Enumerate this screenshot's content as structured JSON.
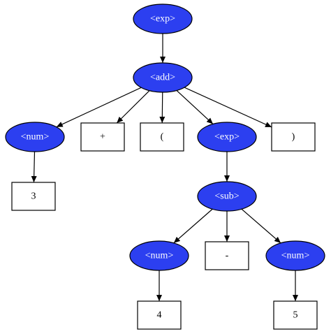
{
  "diagram": {
    "type": "parse-tree",
    "colors": {
      "ellipse_fill": "#2c3ff0",
      "ellipse_text": "#ffffff",
      "box_fill": "#ffffff",
      "stroke": "#000000"
    },
    "nodes": [
      {
        "id": "exp1",
        "shape": "ellipse",
        "label": "<exp>"
      },
      {
        "id": "add",
        "shape": "ellipse",
        "label": "<add>"
      },
      {
        "id": "num1",
        "shape": "ellipse",
        "label": "<num>"
      },
      {
        "id": "plus",
        "shape": "box",
        "label": "+"
      },
      {
        "id": "lparen",
        "shape": "box",
        "label": "("
      },
      {
        "id": "exp2",
        "shape": "ellipse",
        "label": "<exp>"
      },
      {
        "id": "rparen",
        "shape": "box",
        "label": ")"
      },
      {
        "id": "three",
        "shape": "box",
        "label": "3"
      },
      {
        "id": "sub",
        "shape": "ellipse",
        "label": "<sub>"
      },
      {
        "id": "num2",
        "shape": "ellipse",
        "label": "<num>"
      },
      {
        "id": "minus",
        "shape": "box",
        "label": "-"
      },
      {
        "id": "num3",
        "shape": "ellipse",
        "label": "<num>"
      },
      {
        "id": "four",
        "shape": "box",
        "label": "4"
      },
      {
        "id": "five",
        "shape": "box",
        "label": "5"
      }
    ],
    "edges": [
      {
        "from": "exp1",
        "to": "add"
      },
      {
        "from": "add",
        "to": "num1"
      },
      {
        "from": "add",
        "to": "plus"
      },
      {
        "from": "add",
        "to": "lparen"
      },
      {
        "from": "add",
        "to": "exp2"
      },
      {
        "from": "add",
        "to": "rparen"
      },
      {
        "from": "num1",
        "to": "three"
      },
      {
        "from": "exp2",
        "to": "sub"
      },
      {
        "from": "sub",
        "to": "num2"
      },
      {
        "from": "sub",
        "to": "minus"
      },
      {
        "from": "sub",
        "to": "num3"
      },
      {
        "from": "num2",
        "to": "four"
      },
      {
        "from": "num3",
        "to": "five"
      }
    ]
  }
}
